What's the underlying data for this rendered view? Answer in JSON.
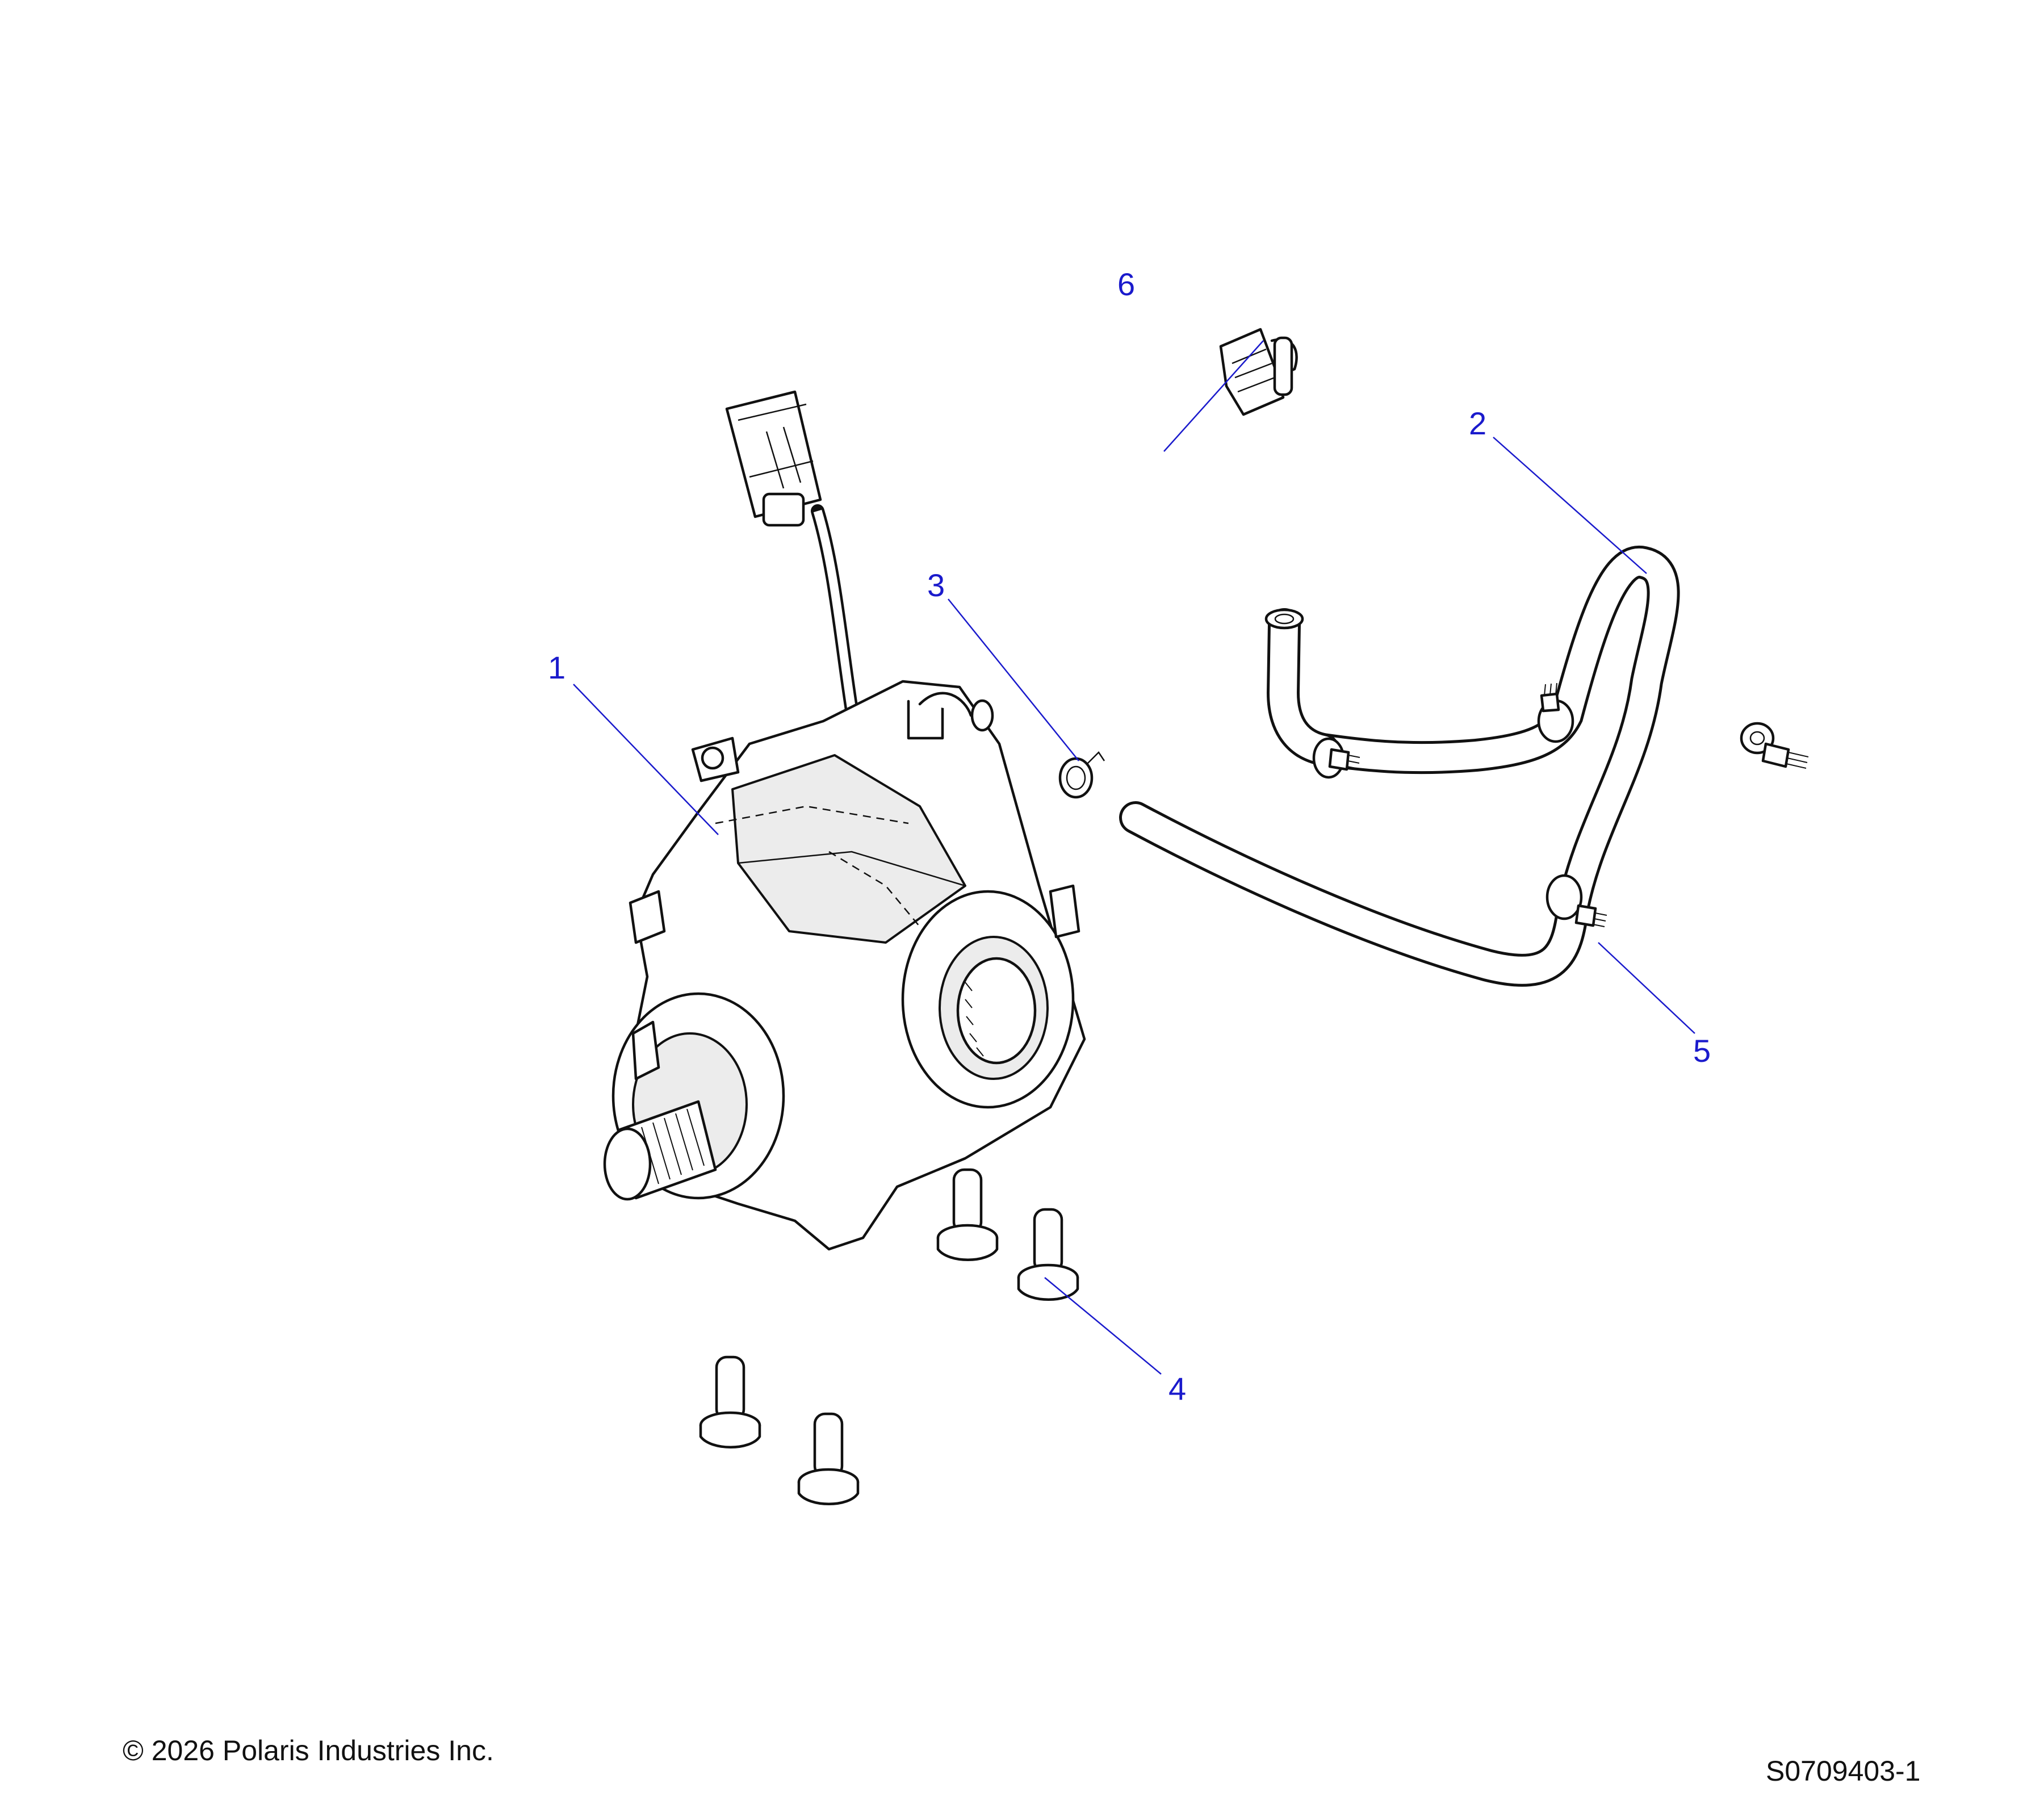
{
  "callouts": [
    {
      "id": "1",
      "label": "1"
    },
    {
      "id": "2",
      "label": "2"
    },
    {
      "id": "3",
      "label": "3"
    },
    {
      "id": "4",
      "label": "4"
    },
    {
      "id": "5",
      "label": "5"
    },
    {
      "id": "6",
      "label": "6"
    }
  ],
  "footer": {
    "copyright": "© 2026 Polaris Industries Inc.",
    "drawing_number": "S0709403-1"
  },
  "colors": {
    "callout": "#1a1acc",
    "linework": "#111111",
    "background": "#ffffff"
  }
}
